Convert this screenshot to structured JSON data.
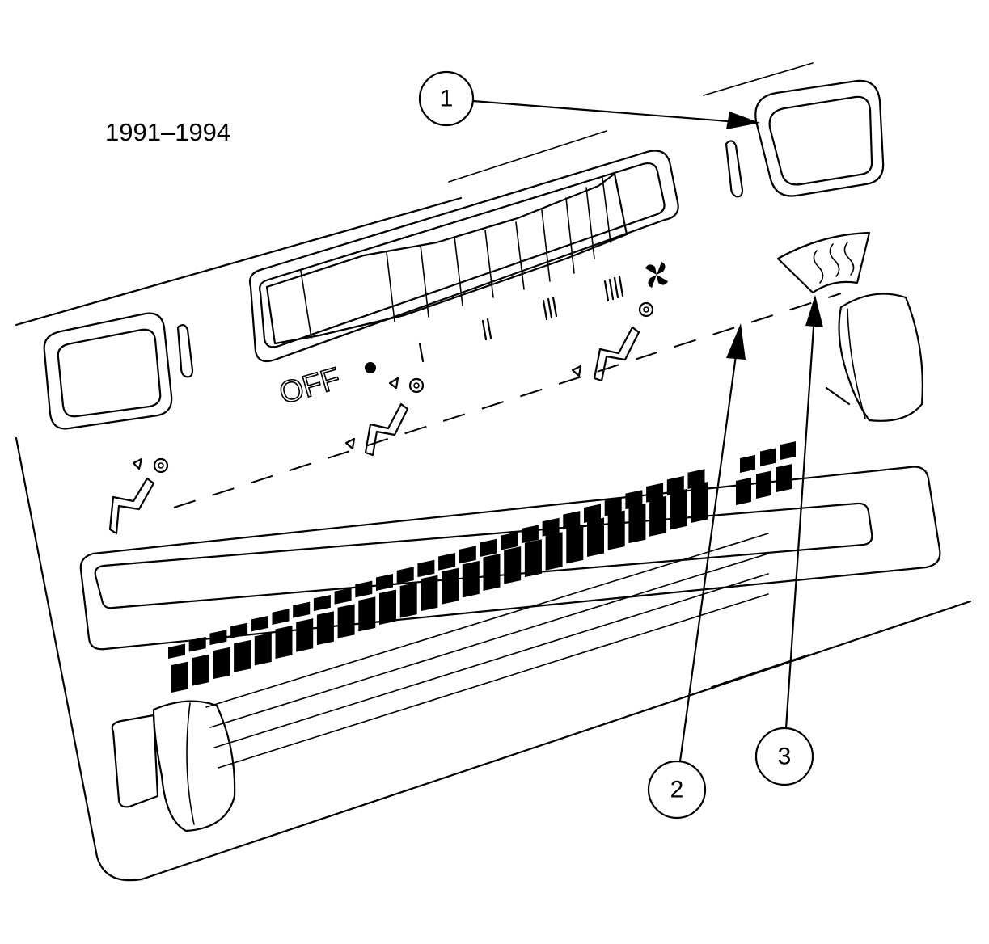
{
  "figure": {
    "year_range": "1991–1994",
    "fan_off_label": "OFF",
    "callouts": [
      {
        "number": "1",
        "target": "temperature-control"
      },
      {
        "number": "2",
        "target": "mode-control-knob"
      },
      {
        "number": "3",
        "target": "rear-defog-button"
      }
    ],
    "icons": [
      "fan-speed-1-icon",
      "fan-speed-2-icon",
      "fan-speed-3-icon",
      "fan-speed-4-icon",
      "fan-icon",
      "defrost-icon",
      "recirculation-icon",
      "heater-icon"
    ]
  }
}
